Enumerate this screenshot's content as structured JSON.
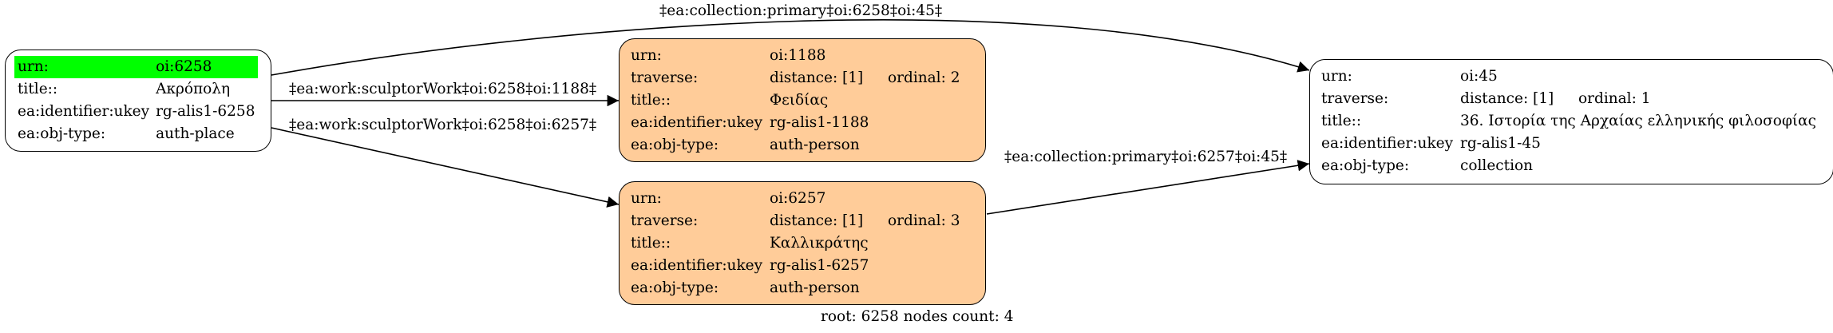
{
  "nodes": {
    "n6258": {
      "rows": [
        {
          "key": "urn:",
          "val": "oi:6258",
          "highlight": true
        },
        {
          "key": "title::",
          "val": "Ακρόπολη"
        },
        {
          "key": "ea:identifier:ukey",
          "val": "rg-alis1-6258"
        },
        {
          "key": "ea:obj-type:",
          "val": "auth-place"
        }
      ]
    },
    "n1188": {
      "rows": [
        {
          "key": "urn:",
          "val": "oi:1188"
        },
        {
          "key": "traverse:",
          "val": "distance: [1]",
          "extra": "ordinal: 2"
        },
        {
          "key": "title::",
          "val": "Φειδίας"
        },
        {
          "key": "ea:identifier:ukey",
          "val": "rg-alis1-1188"
        },
        {
          "key": "ea:obj-type:",
          "val": "auth-person"
        }
      ]
    },
    "n6257": {
      "rows": [
        {
          "key": "urn:",
          "val": "oi:6257"
        },
        {
          "key": "traverse:",
          "val": "distance: [1]",
          "extra": "ordinal: 3"
        },
        {
          "key": "title::",
          "val": "Καλλικράτης"
        },
        {
          "key": "ea:identifier:ukey",
          "val": "rg-alis1-6257"
        },
        {
          "key": "ea:obj-type:",
          "val": "auth-person"
        }
      ]
    },
    "n45": {
      "rows": [
        {
          "key": "urn:",
          "val": "oi:45"
        },
        {
          "key": "traverse:",
          "val": "distance: [1]",
          "extra": "ordinal: 1"
        },
        {
          "key": "title::",
          "val": "36. Ιστορία της Αρχαίας ελληνικής φιλοσοφίας"
        },
        {
          "key": "ea:identifier:ukey",
          "val": "rg-alis1-45"
        },
        {
          "key": "ea:obj-type:",
          "val": "collection"
        }
      ]
    }
  },
  "edges": {
    "e6258_45": "‡ea:collection:primary‡oi:6258‡oi:45‡",
    "e6258_1188": "‡ea:work:sculptorWork‡oi:6258‡oi:1188‡",
    "e6258_6257": "‡ea:work:sculptorWork‡oi:6258‡oi:6257‡",
    "e6257_45": "‡ea:collection:primary‡oi:6257‡oi:45‡"
  },
  "footer": "root: 6258 nodes count: 4",
  "colors": {
    "root_highlight": "#00ff00",
    "person_fill": "#ffcc99",
    "stroke": "#000000"
  }
}
